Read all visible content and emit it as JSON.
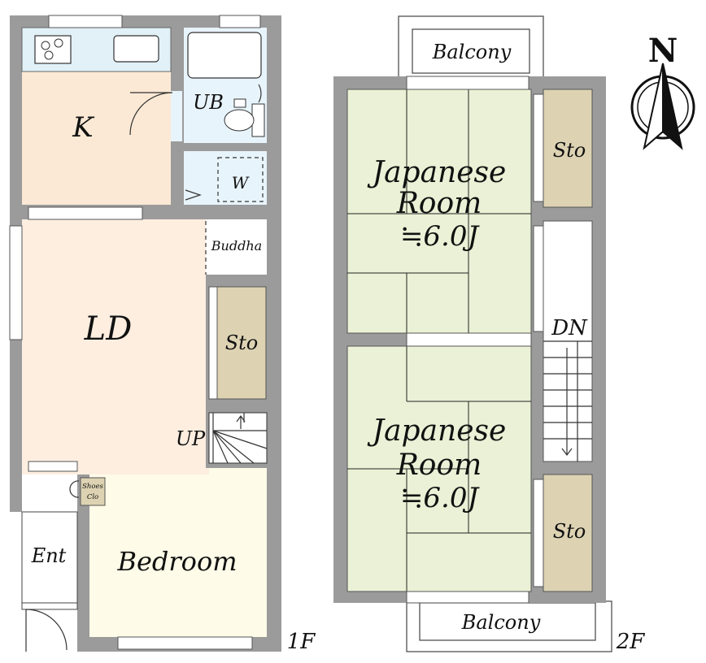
{
  "floor1": {
    "floor_label": "1F",
    "rooms": {
      "kitchen": "K",
      "unit_bath": "UB",
      "washer": "W",
      "buddha": "Buddha",
      "living_dining": "LD",
      "storage": "Sto",
      "stairs_up": "UP",
      "shoes_closet_line1": "Shoes",
      "shoes_closet_line2": "Clo",
      "entrance": "Ent",
      "bedroom": "Bedroom"
    }
  },
  "floor2": {
    "floor_label": "2F",
    "rooms": {
      "balcony_top": "Balcony",
      "room_a_line1": "Japanese",
      "room_a_line2": "Room",
      "room_a_size": "≒6.0J",
      "storage_a": "Sto",
      "stairs_down": "DN",
      "room_b_line1": "Japanese",
      "room_b_line2": "Room",
      "room_b_size": "≒6.0J",
      "storage_b": "Sto",
      "balcony_bottom": "Balcony"
    }
  },
  "compass": {
    "label": "N",
    "icon": "north-arrow-icon"
  },
  "colors": {
    "wall": "#9b9b9b",
    "kitchen": "#fbe9d5",
    "wet_area": "#e8f4fb",
    "living": "#fdeee0",
    "bedroom": "#fefbe8",
    "tatami": "#eaf1d6",
    "storage": "#ddd3b3"
  }
}
